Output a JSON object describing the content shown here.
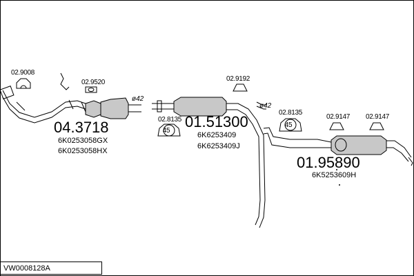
{
  "diagram_code": "VW0008128A",
  "groups": {
    "front": {
      "number": "04.3718",
      "parts": [
        "6K0253058GX",
        "6K0253058HX"
      ]
    },
    "middle": {
      "number": "01.51300",
      "parts": [
        "6K6253409",
        "6K6253409J"
      ]
    },
    "rear": {
      "number": "01.95890",
      "parts": [
        "6K5253609H"
      ]
    }
  },
  "refs": {
    "r1": "02.9008",
    "r2": "02.9520",
    "r3": "02.8135",
    "r4": "02.9192",
    "r5": "02.8135",
    "r6": "02.9147",
    "r7": "02.9147"
  },
  "diameters": {
    "d1": "ø42",
    "d2": "ø42"
  },
  "clamp_labels": {
    "c1": "45",
    "c2": "45"
  }
}
